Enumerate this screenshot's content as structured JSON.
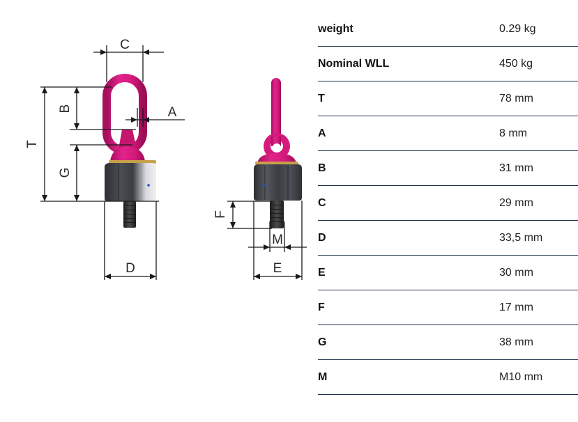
{
  "diagram": {
    "labels": {
      "c": "C",
      "a": "A",
      "b": "B",
      "t": "T",
      "g": "G",
      "d": "D",
      "e": "E",
      "f": "F",
      "m": "M"
    },
    "colors": {
      "ring": "#d6197c",
      "ring_shadow": "#a50f5d",
      "body": "#3a3d42",
      "body_highlight": "#5b5f66",
      "bolt": "#2b2b2b",
      "gold_band": "#c8a04a",
      "dimension": "#1a1a1a"
    }
  },
  "specs": {
    "rows": [
      {
        "key": "weight",
        "value": "0.29 kg"
      },
      {
        "key": "Nominal WLL",
        "value": "450 kg"
      },
      {
        "key": "T",
        "value": "78 mm"
      },
      {
        "key": "A",
        "value": "8 mm"
      },
      {
        "key": "B",
        "value": "31 mm"
      },
      {
        "key": "C",
        "value": "29 mm"
      },
      {
        "key": "D",
        "value": "33,5 mm"
      },
      {
        "key": "E",
        "value": "30 mm"
      },
      {
        "key": "F",
        "value": "17 mm"
      },
      {
        "key": "G",
        "value": "38 mm"
      },
      {
        "key": "M",
        "value": "M10 mm"
      }
    ]
  }
}
